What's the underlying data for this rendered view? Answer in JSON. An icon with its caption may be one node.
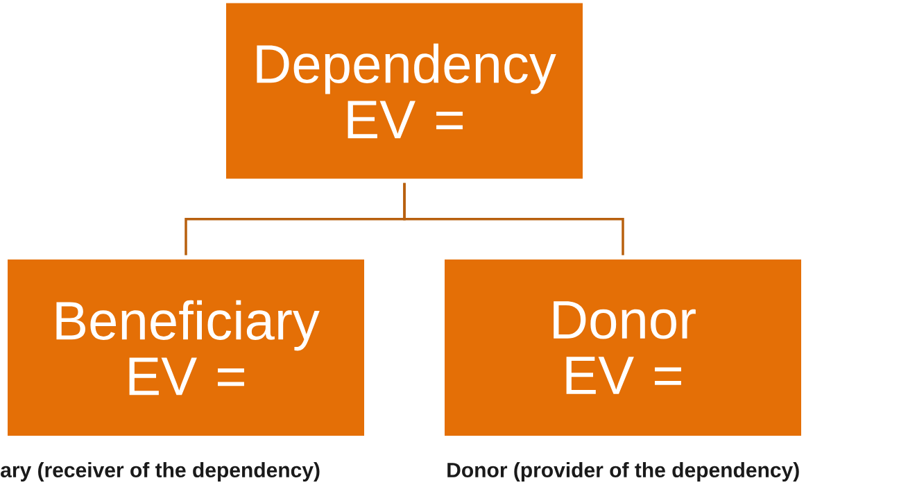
{
  "diagram": {
    "nodes": [
      {
        "text": [
          "Dependency",
          "EV ="
        ]
      },
      {
        "text": [
          "Beneficiary",
          "EV ="
        ],
        "beside": [
          "ary (receiver of the dependency)"
        ]
      },
      {
        "text": [
          "Donor",
          "EV ="
        ],
        "beside": [
          "Donor (provider of the dependency)"
        ]
      }
    ],
    "edges": [
      {
        "from": 0,
        "to": 1,
        "arrow": "none"
      },
      {
        "from": 0,
        "to": 2,
        "arrow": "none"
      }
    ]
  }
}
